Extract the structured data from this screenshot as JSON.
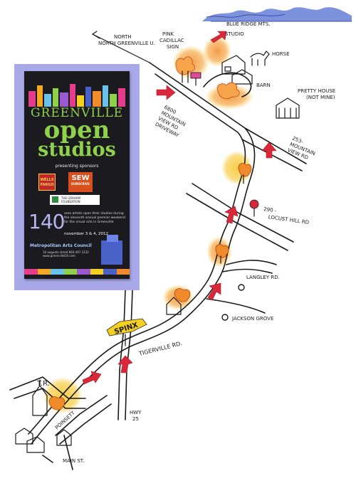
{
  "brochure": {
    "title_line1": "GREENVILLE",
    "title_line2": "open",
    "title_line3": "studios",
    "presenting": "presenting sponsors",
    "sponsor_wf": "WELLS FARGO",
    "sponsor_sew": "SEW",
    "sponsor_sew_sub": "EUROCRIVE",
    "sponsor_graham": "THE GRAHAM FOUNDATION",
    "count": "140",
    "blurb": "area artists open their studios during the eleventh annual premier weekend for the visual arts in Greenville",
    "dates": "november 3 & 4, 2012",
    "org": "Metropolitan Arts Council",
    "address": "16 augusta street 864.467.3132 www.greenvilleOS.com",
    "colors": {
      "background": "#a9a8e8",
      "card": "#1b1b1f",
      "title": "#8fd14a"
    }
  },
  "labels": {
    "blue_ridge": "BLUE RIDGE MTS.",
    "north_greenville": "NORTH GREENVILLE U.",
    "pink_cadillac": "PINK CADILLAC SIGN",
    "studio": "STUDIO",
    "horse": "HORSE",
    "barn": "BARN",
    "pretty_house": "PRETTY HOUSE (NOT MINE)",
    "driveway": "6800 MOUNTAIN VIEW RD DRIVEWAY",
    "mountain_view": "253-MOUNTAIN VIEW RD",
    "locust_hill": "290 - LOCUST HILL RD",
    "langley": "LANGLEY RD.",
    "jackson_grove": "JACKSON GROVE",
    "spinx": "SPINX",
    "tigerville": "TIGERVILLE RD.",
    "tr": "T.R.",
    "poinsett": "POINSETT",
    "hwy25": "HWY 25",
    "main_st": "MAIN ST."
  },
  "colors": {
    "arrow": "#d8283a",
    "glow_yellow": "#f7c52a",
    "glow_orange": "#f08a2a",
    "mountains": "#6e86d8",
    "spinx_sign": "#f5d020",
    "spinx_text": "#2c7a36"
  }
}
